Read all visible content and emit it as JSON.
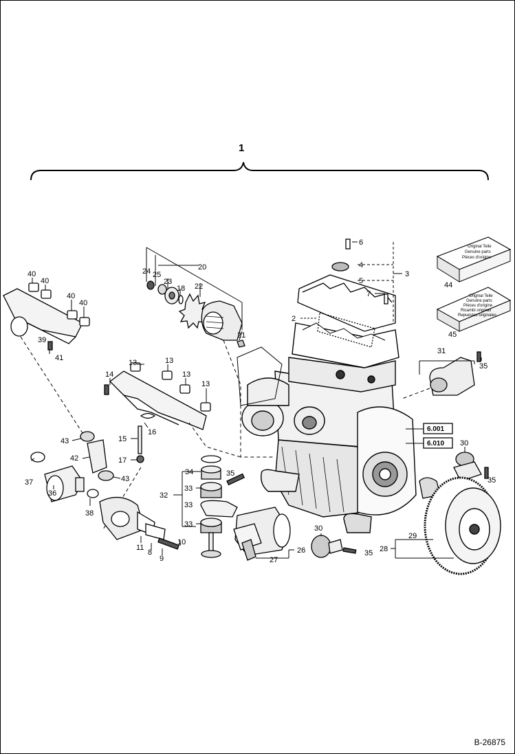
{
  "assembly": {
    "label": "1"
  },
  "figure_id": "B-26875",
  "callouts": {
    "c2": "2",
    "c3": "3",
    "c4": "4",
    "c5": "5",
    "c6": "6",
    "c7": "7",
    "c8": "8",
    "c9": "9",
    "c10": "10",
    "c11": "11",
    "c13": "13",
    "c14": "14",
    "c15": "15",
    "c16": "16",
    "c17": "17",
    "c18": "18",
    "c20": "20",
    "c21": "21",
    "c22": "22",
    "c23": "23",
    "c24": "24",
    "c25": "25",
    "c26": "26",
    "c27": "27",
    "c28": "28",
    "c29": "29",
    "c30": "30",
    "c31": "31",
    "c32": "32",
    "c33": "33",
    "c34": "34",
    "c35": "35",
    "c36": "36",
    "c37": "37",
    "c38": "38",
    "c39": "39",
    "c40": "40",
    "c41": "41",
    "c42": "42",
    "c43": "43",
    "c44": "44",
    "c45": "45"
  },
  "references": {
    "r1": "6.001",
    "r2": "6.010"
  },
  "cards": {
    "card44": [
      "Original Teile",
      "Genuine parts",
      "Pièces d'origine"
    ],
    "card45": [
      "Original Teile",
      "Genuine parts",
      "Pièces d'origine",
      "Ricambi originali",
      "Repuestos originales"
    ]
  }
}
